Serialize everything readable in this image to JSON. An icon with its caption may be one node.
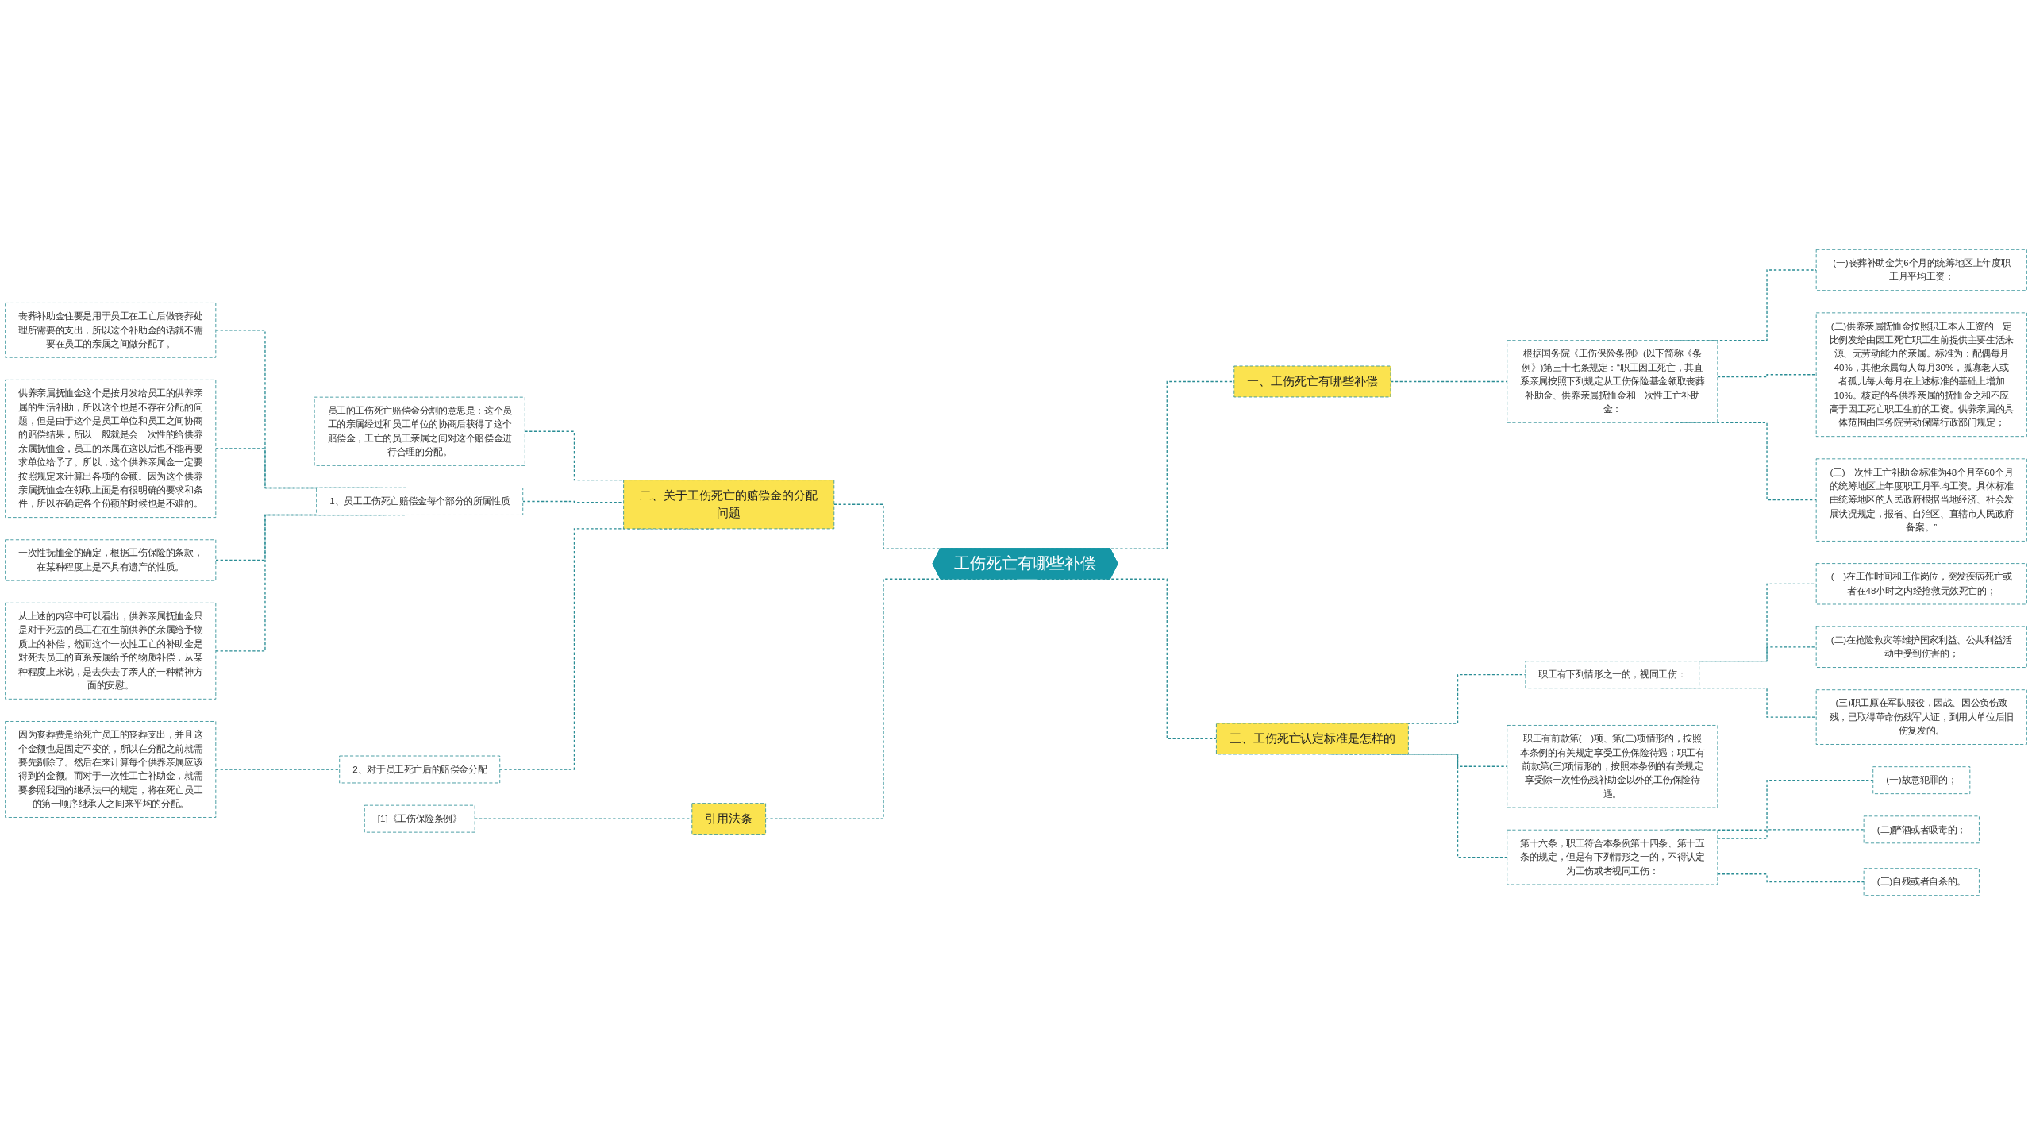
{
  "diagram": {
    "nodes": [
      {
        "text": [
          "工伤死亡有哪些补偿"
        ]
      },
      {
        "text": [
          "一、工伤死亡有哪些补偿"
        ]
      },
      {
        "text": [
          "根据国务院《工伤保险条例》(以下简称《条例》)第三十七条规定：“职工因工死亡，其直系亲属按照下列规定从工伤保险基金领取丧葬补助金、供养亲属抚恤金和一次性工亡补助金："
        ]
      },
      {
        "text": [
          "(一)丧葬补助金为6个月的统筹地区上年度职工月平均工资；"
        ]
      },
      {
        "text": [
          "(二)供养亲属抚恤金按照职工本人工资的一定比例发给由因工死亡职工生前提供主要生活来源、无劳动能力的亲属。标准为：配偶每月40%，其他亲属每人每月30%，孤寡老人或者孤儿每人每月在上述标准的基础上增加10%。核定的各供养亲属的抚恤金之和不应高于因工死亡职工生前的工资。供养亲属的具体范围由国务院劳动保障行政部门规定；"
        ]
      },
      {
        "text": [
          "(三)一次性工亡补助金标准为48个月至60个月的统筹地区上年度职工月平均工资。具体标准由统筹地区的人民政府根据当地经济、社会发展状况规定，报省、自治区、直辖市人民政府备案。”"
        ]
      },
      {
        "text": [
          "三、工伤死亡认定标准是怎样的"
        ]
      },
      {
        "text": [
          "职工有下列情形之一的，视同工伤："
        ]
      },
      {
        "text": [
          "(一)在工作时间和工作岗位，突发疾病死亡或者在48小时之内经抢救无效死亡的；"
        ]
      },
      {
        "text": [
          "(二)在抢险救灾等维护国家利益、公共利益活动中受到伤害的；"
        ]
      },
      {
        "text": [
          "(三)职工原在军队服役，因战、因公负伤致残，已取得革命伤残军人证，到用人单位后旧伤复发的。"
        ]
      },
      {
        "text": [
          "职工有前款第(一)项、第(二)项情形的，按照本条例的有关规定享受工伤保险待遇；职工有前款第(三)项情形的，按照本条例的有关规定享受除一次性伤残补助金以外的工伤保险待遇。"
        ]
      },
      {
        "text": [
          "第十六条，职工符合本条例第十四条、第十五条的规定，但是有下列情形之一的，不得认定为工伤或者视同工伤："
        ]
      },
      {
        "text": [
          "(一)故意犯罪的；"
        ]
      },
      {
        "text": [
          "(二)醉酒或者吸毒的；"
        ]
      },
      {
        "text": [
          "(三)自残或者自杀的。"
        ]
      },
      {
        "text": [
          "二、关于工伤死亡的赔偿金的分配问题"
        ]
      },
      {
        "text": [
          "员工的工伤死亡赔偿金分割的意思是：这个员工的亲属经过和员工单位的协商后获得了这个赔偿金，工亡的员工亲属之间对这个赔偿金进行合理的分配。"
        ]
      },
      {
        "text": [
          "1、员工工伤死亡赔偿金每个部分的所属性质"
        ]
      },
      {
        "text": [
          "丧葬补助金住要是用于员工在工亡后做丧葬处理所需要的支出，所以这个补助金的话就不需要在员工的亲属之间做分配了。"
        ]
      },
      {
        "text": [
          "供养亲属抚恤金这个是按月发给员工的供养亲属的生活补助，所以这个也是不存在分配的问题，但是由于这个是员工单位和员工之间协商的赔偿结果，所以一般就是会一次性的给供养亲属抚恤金，员工的亲属在这以后也不能再要求单位给予了。所以，这个供养亲属金一定要按照规定来计算出各项的金额。因为这个供养亲属抚恤金在领取上面是有很明确的要求和条件，所以在确定各个份额的时候也是不难的。"
        ]
      },
      {
        "text": [
          "一次性抚恤金的确定，根据工伤保险的条款，在某种程度上是不具有遗产的性质。"
        ]
      },
      {
        "text": [
          "从上述的内容中可以看出，供养亲属抚恤金只是对于死去的员工在在生前供养的亲属给予物质上的补偿，然而这个一次性工亡的补助金是对死去员工的直系亲属给予的物质补偿，从某种程度上来说，是去失去了亲人的一种精神方面的安慰。"
        ]
      },
      {
        "text": [
          "2、对于员工死亡后的赔偿金分配"
        ]
      },
      {
        "text": [
          "因为丧葬费是给死亡员工的丧葬支出，并且这个金额也是固定不变的，所以在分配之前就需要先剔除了。然后在来计算每个供养亲属应该得到的金额。而对于一次性工亡补助金，就需要参照我国的继承法中的规定，将在死亡员工的第一顺序继承人之间来平均的分配。"
        ]
      },
      {
        "text": [
          "引用法条"
        ]
      },
      {
        "text": [
          "[1]《工伤保险条例》"
        ]
      }
    ],
    "edges": [
      {
        "from": 0,
        "to": 1,
        "arrow": "none",
        "style": "dashed"
      },
      {
        "from": 1,
        "to": 2,
        "arrow": "none",
        "style": "dashed"
      },
      {
        "from": 2,
        "to": 3,
        "arrow": "none",
        "style": "dashed"
      },
      {
        "from": 2,
        "to": 4,
        "arrow": "none",
        "style": "dashed"
      },
      {
        "from": 2,
        "to": 5,
        "arrow": "none",
        "style": "dashed"
      },
      {
        "from": 0,
        "to": 6,
        "arrow": "none",
        "style": "dashed"
      },
      {
        "from": 6,
        "to": 7,
        "arrow": "none",
        "style": "dashed"
      },
      {
        "from": 7,
        "to": 8,
        "arrow": "none",
        "style": "dashed"
      },
      {
        "from": 7,
        "to": 9,
        "arrow": "none",
        "style": "dashed"
      },
      {
        "from": 7,
        "to": 10,
        "arrow": "none",
        "style": "dashed"
      },
      {
        "from": 6,
        "to": 11,
        "arrow": "none",
        "style": "dashed"
      },
      {
        "from": 6,
        "to": 12,
        "arrow": "none",
        "style": "dashed"
      },
      {
        "from": 12,
        "to": 13,
        "arrow": "none",
        "style": "dashed"
      },
      {
        "from": 12,
        "to": 14,
        "arrow": "none",
        "style": "dashed"
      },
      {
        "from": 12,
        "to": 15,
        "arrow": "none",
        "style": "dashed"
      },
      {
        "from": 16,
        "to": 0,
        "arrow": "none",
        "style": "dashed"
      },
      {
        "from": 17,
        "to": 16,
        "arrow": "none",
        "style": "dashed"
      },
      {
        "from": 18,
        "to": 16,
        "arrow": "none",
        "style": "dashed"
      },
      {
        "from": 19,
        "to": 18,
        "arrow": "none",
        "style": "dashed"
      },
      {
        "from": 20,
        "to": 18,
        "arrow": "none",
        "style": "dashed"
      },
      {
        "from": 21,
        "to": 18,
        "arrow": "none",
        "style": "dashed"
      },
      {
        "from": 22,
        "to": 18,
        "arrow": "none",
        "style": "dashed"
      },
      {
        "from": 23,
        "to": 16,
        "arrow": "none",
        "style": "dashed"
      },
      {
        "from": 24,
        "to": 23,
        "arrow": "none",
        "style": "dashed"
      },
      {
        "from": 25,
        "to": 0,
        "arrow": "none",
        "style": "dashed"
      },
      {
        "from": 26,
        "to": 25,
        "arrow": "none",
        "style": "dashed"
      }
    ]
  }
}
